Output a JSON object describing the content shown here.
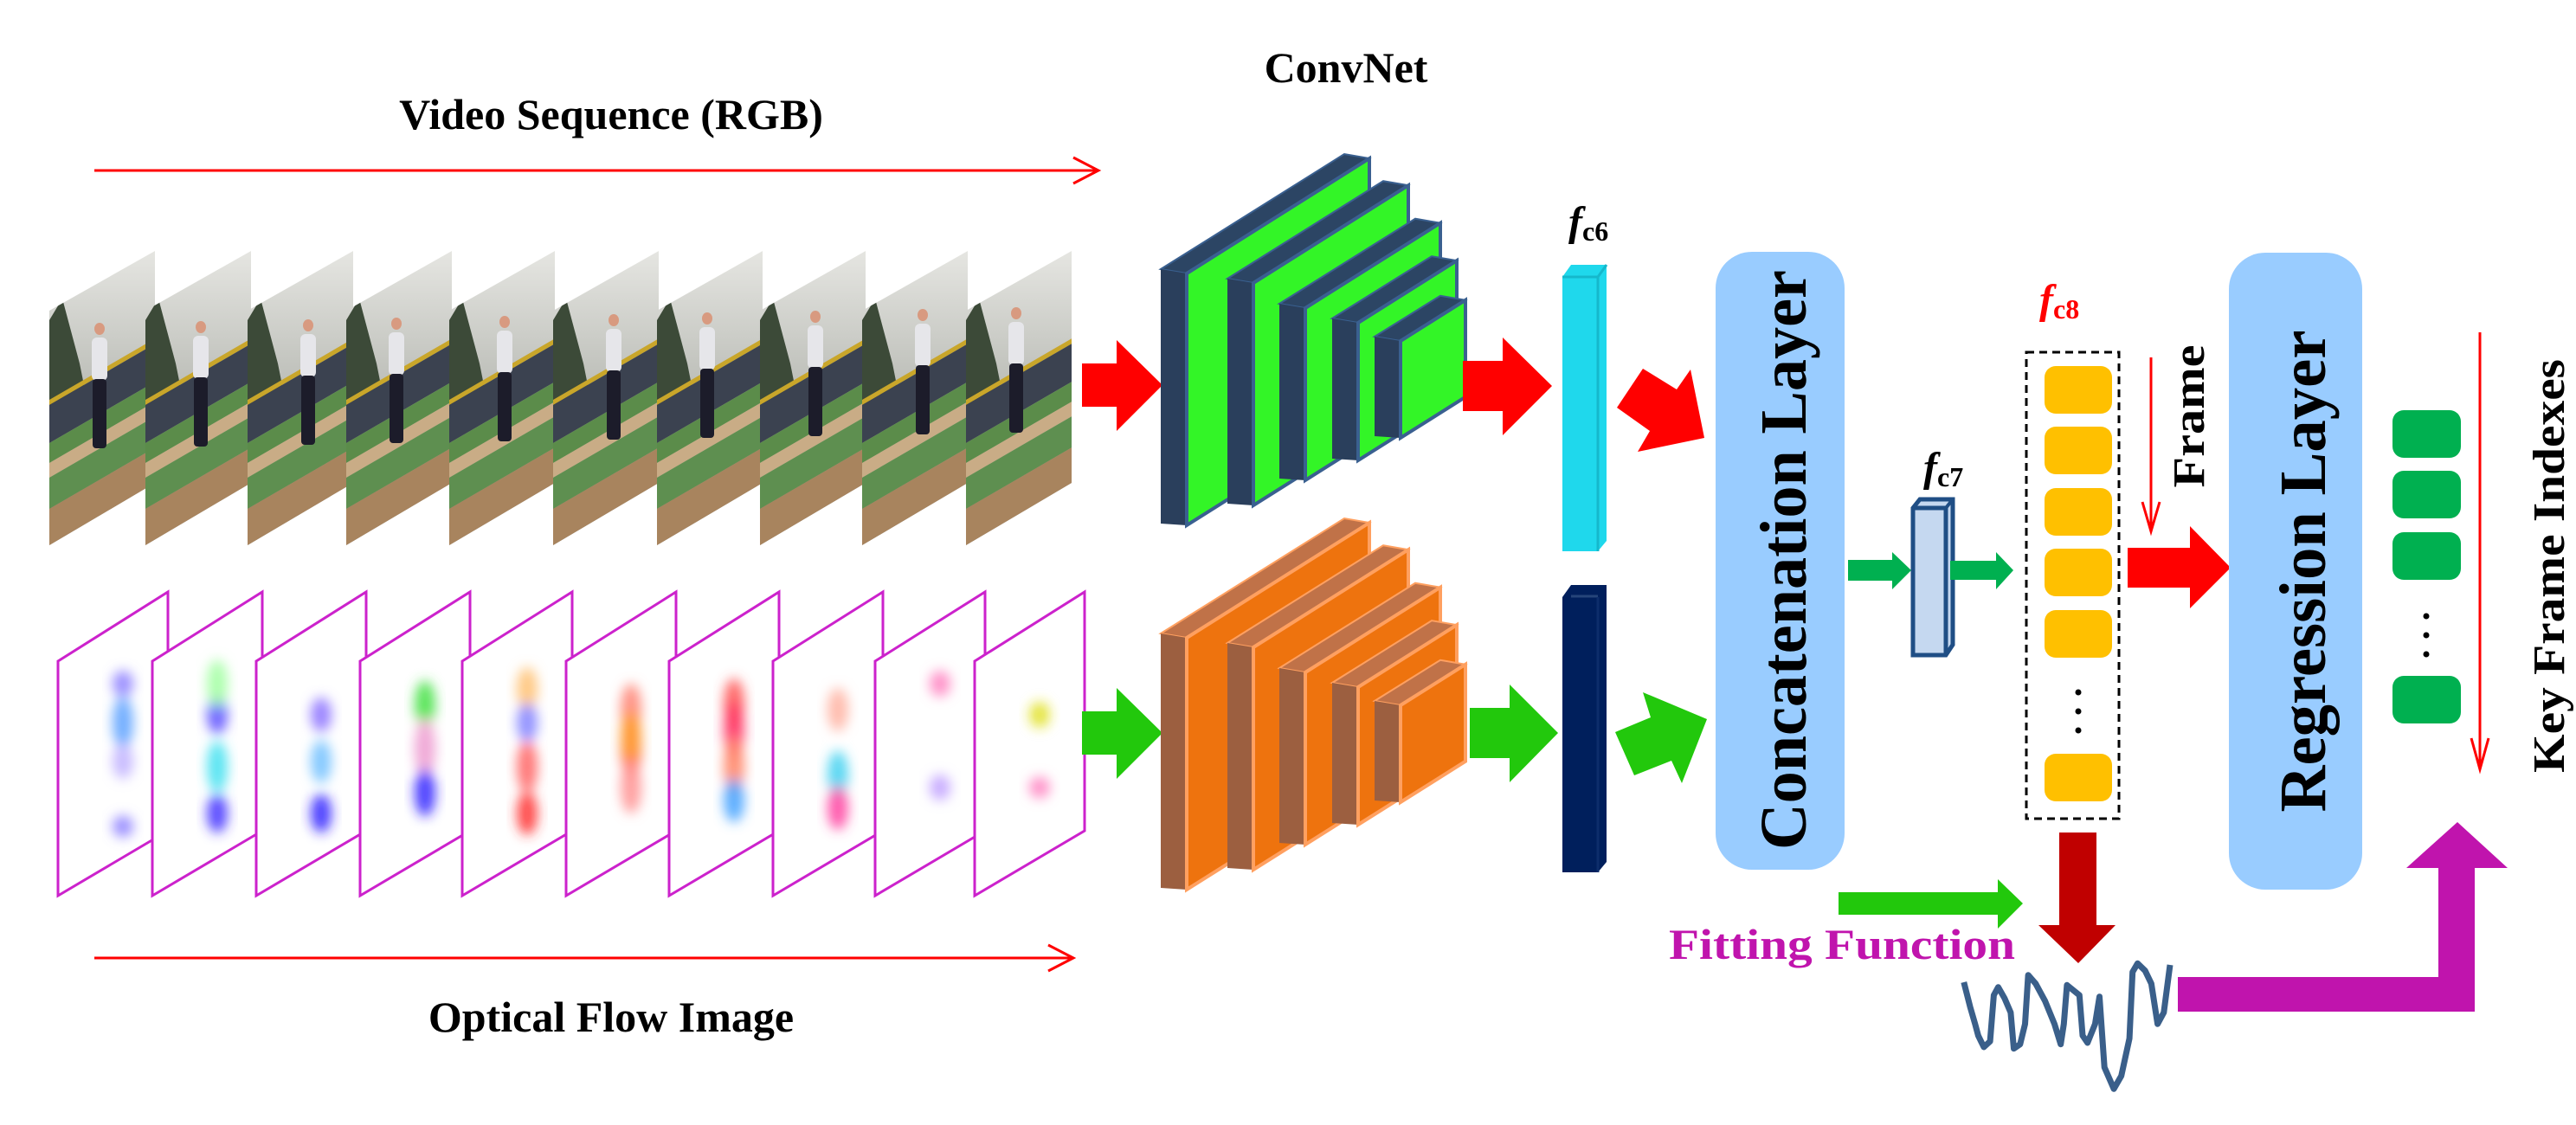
{
  "labels": {
    "video_title": "Video Sequence (RGB)",
    "flow_title": "Optical Flow Image",
    "convnet": "ConvNet",
    "fc6": {
      "f": "f",
      "sub": "c6"
    },
    "fc7": {
      "f": "f",
      "sub": "c7"
    },
    "fc8": {
      "f": "f",
      "sub": "c8"
    },
    "concat": "Concatenation Layer",
    "frame": "Frame",
    "regression": "Regression Layer",
    "key_frame": "Key Frame Indexes",
    "fitting": "Fitting Function"
  },
  "colors": {
    "rgb_arrow": "#ff0000",
    "flow_arrow": "#22c80c",
    "small_green_arrow": "#00b050",
    "rgb_conv_front": "#33f527",
    "rgb_conv_side": "#2a3f5c",
    "flow_conv_front": "#ee730e",
    "flow_conv_side": "#9c5f40",
    "fc6_rgb": "#1fd8ec",
    "fc6_flow": "#001f5c",
    "layer_box": "#99ccff",
    "fc8_unit": "#ffc000",
    "key_frame_unit": "#00b050",
    "fitting": "#c014ad",
    "fit_arrow": "#c00000",
    "curve": "#3a5f8a"
  }
}
